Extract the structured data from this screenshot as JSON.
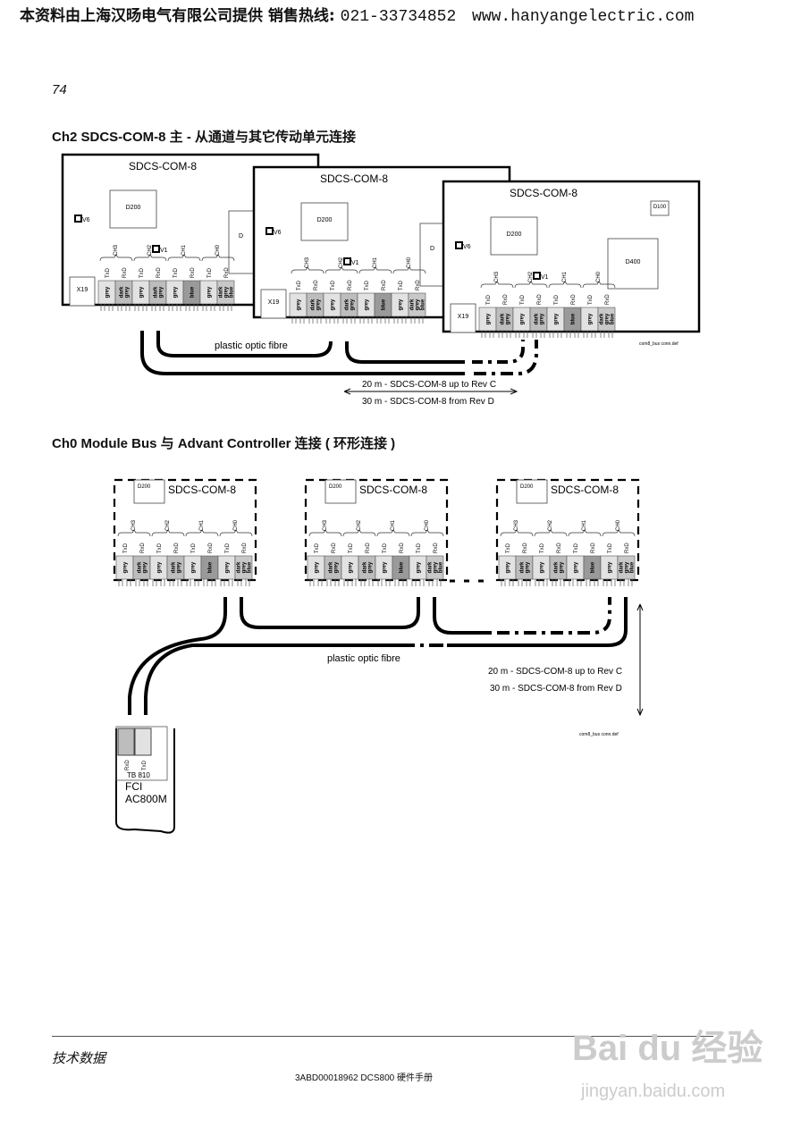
{
  "header": {
    "text": "本资料由上海汉旸电气有限公司提供 销售热线:",
    "phone": "021-33734852",
    "url": "www.hanyangelectric.com"
  },
  "page_number": "74",
  "section1": {
    "title": "Ch2 SDCS-COM-8 主 - 从通道与其它传动单元连接",
    "board_title": "SDCS-COM-8",
    "d200": "D200",
    "d100": "D100",
    "d400": "D400",
    "d_partial": "D",
    "v6": "V6",
    "v1": "V1",
    "x19": "X19",
    "fibre": "plastic optic fibre",
    "dist1": "20 m - SDCS-COM-8 up to Rev C",
    "dist2": "30 m - SDCS-COM-8 from Rev D",
    "file": "com8_bus conn.def"
  },
  "section2": {
    "title": "Ch0 Module Bus 与 Advant Controller 连接 ( 环形连接 )",
    "board_title": "SDCS-COM-8",
    "d200": "D200",
    "fibre": "plastic optic fibre",
    "dist1": "20 m - SDCS-COM-8 up to Rev C",
    "dist2": "30 m - SDCS-COM-8 from Rev D",
    "file": "com8_bus conn.def",
    "tb": "TB 810",
    "rxd": "RxD",
    "txd": "TxD",
    "fci": "FCI",
    "ac": "AC800M"
  },
  "connector": {
    "channels": [
      "CH3",
      "CH2",
      "CH1",
      "CH0"
    ],
    "pins": [
      "TxD",
      "RxD"
    ],
    "cells": [
      "grey",
      "dark grey",
      "grey",
      "dark grey",
      "grey",
      "blue",
      "grey",
      "dark grey blue"
    ],
    "colors": {
      "grey": "#e2e2e2",
      "dark grey": "#bdbdbd",
      "blue": "#9a9a9a"
    }
  },
  "footer": {
    "section": "技术数据",
    "doc": "3ABD00018962 DCS800 硬件手册"
  },
  "watermark": {
    "logo": "Bai du 经验",
    "url": "jingyan.baidu.com"
  }
}
